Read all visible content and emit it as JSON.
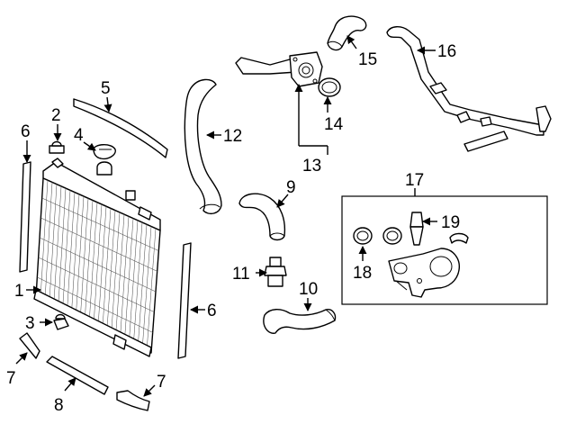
{
  "callouts": {
    "c1": "1",
    "c2": "2",
    "c3": "3",
    "c4": "4",
    "c5": "5",
    "c6a": "6",
    "c6b": "6",
    "c7a": "7",
    "c7b": "7",
    "c8": "8",
    "c9": "9",
    "c10": "10",
    "c11": "11",
    "c12": "12",
    "c13": "13",
    "c14": "14",
    "c15": "15",
    "c16": "16",
    "c17": "17",
    "c18": "18",
    "c19": "19"
  },
  "colors": {
    "line": "#000000",
    "background": "#ffffff",
    "fins": "#555555"
  }
}
